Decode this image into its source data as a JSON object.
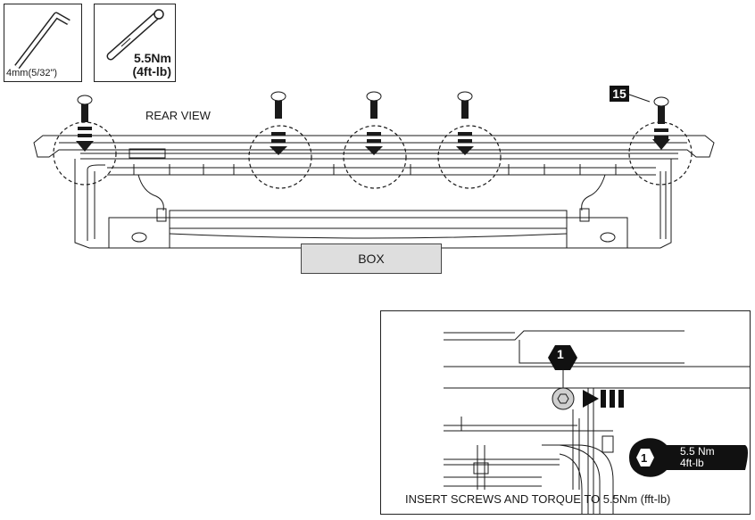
{
  "tools": {
    "hex_key_label": "4mm(5/32\")",
    "torque_value": "5.5Nm",
    "torque_alt": "(4ft-lb)"
  },
  "main": {
    "view_label": "REAR VIEW",
    "box_label": "BOX",
    "step_number": "15"
  },
  "detail": {
    "callout_number": "1",
    "wrench_number": "1",
    "wrench_value": "5.5 Nm",
    "wrench_alt": "4ft-lb",
    "caption": "INSERT SCREWS AND TORQUE TO 5.5Nm (fft-lb)"
  },
  "colors": {
    "line": "#1a1a1a",
    "box_fill": "#dedede",
    "badge": "#111111"
  }
}
